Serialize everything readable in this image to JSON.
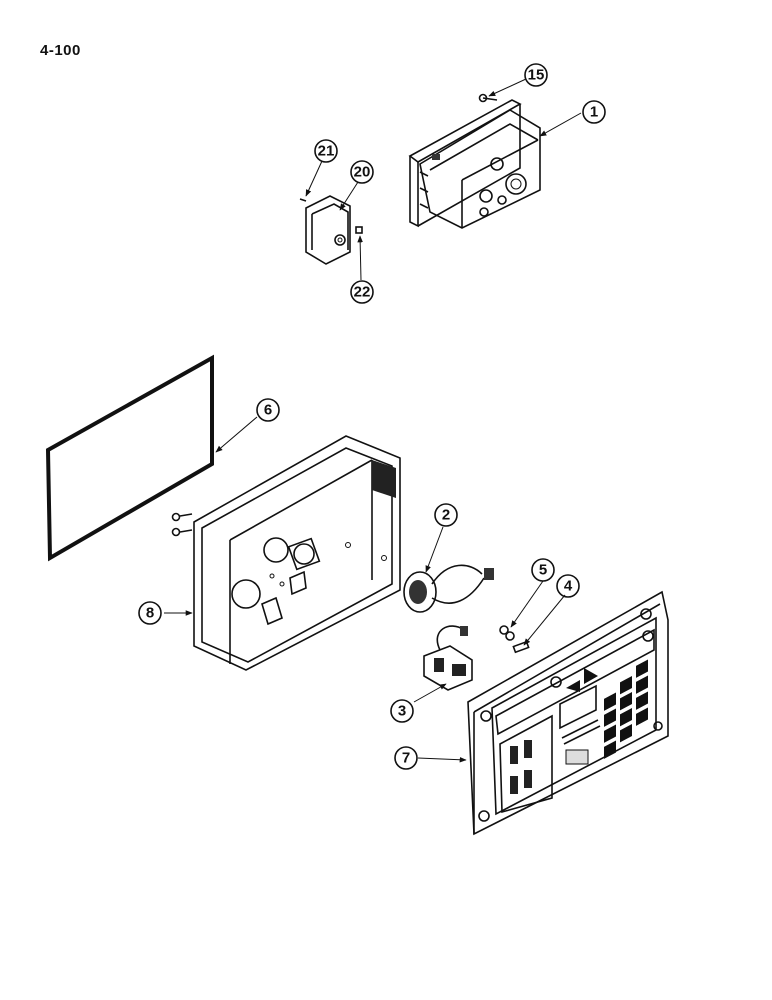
{
  "page": {
    "page_number": "4-100"
  },
  "callouts": [
    {
      "number": "15"
    },
    {
      "number": "1"
    },
    {
      "number": "21"
    },
    {
      "number": "20"
    },
    {
      "number": "22"
    },
    {
      "number": "6"
    },
    {
      "number": "2"
    },
    {
      "number": "5"
    },
    {
      "number": "4"
    },
    {
      "number": "8"
    },
    {
      "number": "3"
    },
    {
      "number": "7"
    }
  ]
}
